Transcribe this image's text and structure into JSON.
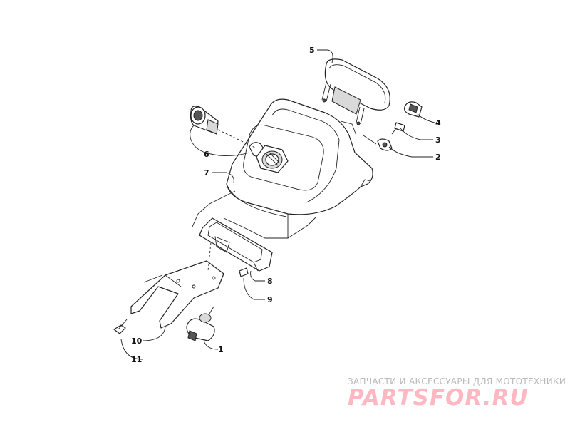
{
  "callouts": {
    "c1": "1",
    "c2": "2",
    "c3": "3",
    "c4": "4",
    "c5": "5",
    "c6": "6",
    "c7": "7",
    "c8": "8",
    "c9": "9",
    "c10": "10",
    "c11": "11"
  },
  "watermark": {
    "tagline": "ЗАПЧАСТИ И АКСЕССУАРЫ ДЛЯ МОТОТЕХНИКИ",
    "logo": "PARTSFOR.RU",
    "color": "#ffb8c2"
  }
}
